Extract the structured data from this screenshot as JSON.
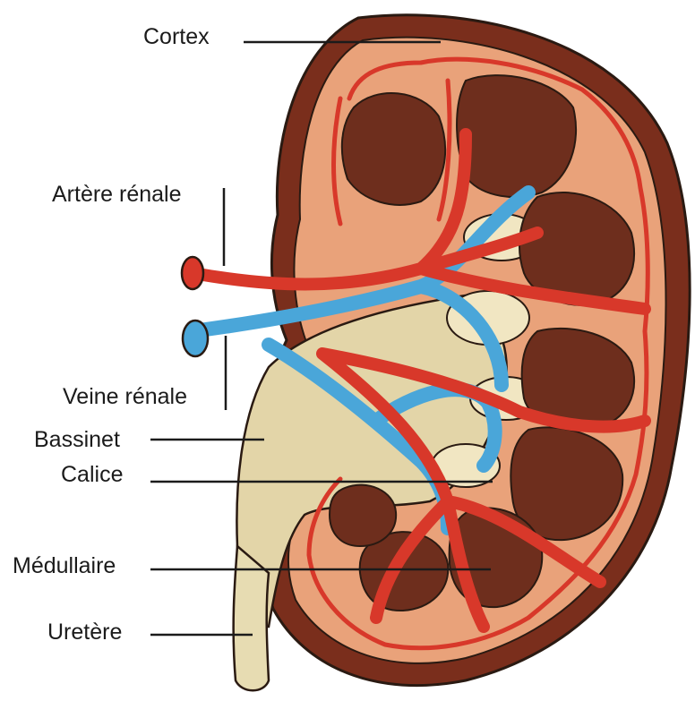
{
  "diagram": {
    "labels": {
      "cortex": "Cortex",
      "artere": "Artère rénale",
      "veine": "Veine rénale",
      "bassinet": "Bassinet",
      "calice": "Calice",
      "medullaire": "Médullaire",
      "uretere": "Uretère"
    },
    "colors": {
      "capsule": "#7a2e1c",
      "capsule_dark": "#3a150c",
      "cortex": "#e9a27a",
      "medulla": "#6e2e1d",
      "artery": "#d8382a",
      "vein": "#4aa6d9",
      "pelvis": "#e3d5a8",
      "ureter": "#e7dcb2",
      "outline": "#2a1a12"
    }
  }
}
